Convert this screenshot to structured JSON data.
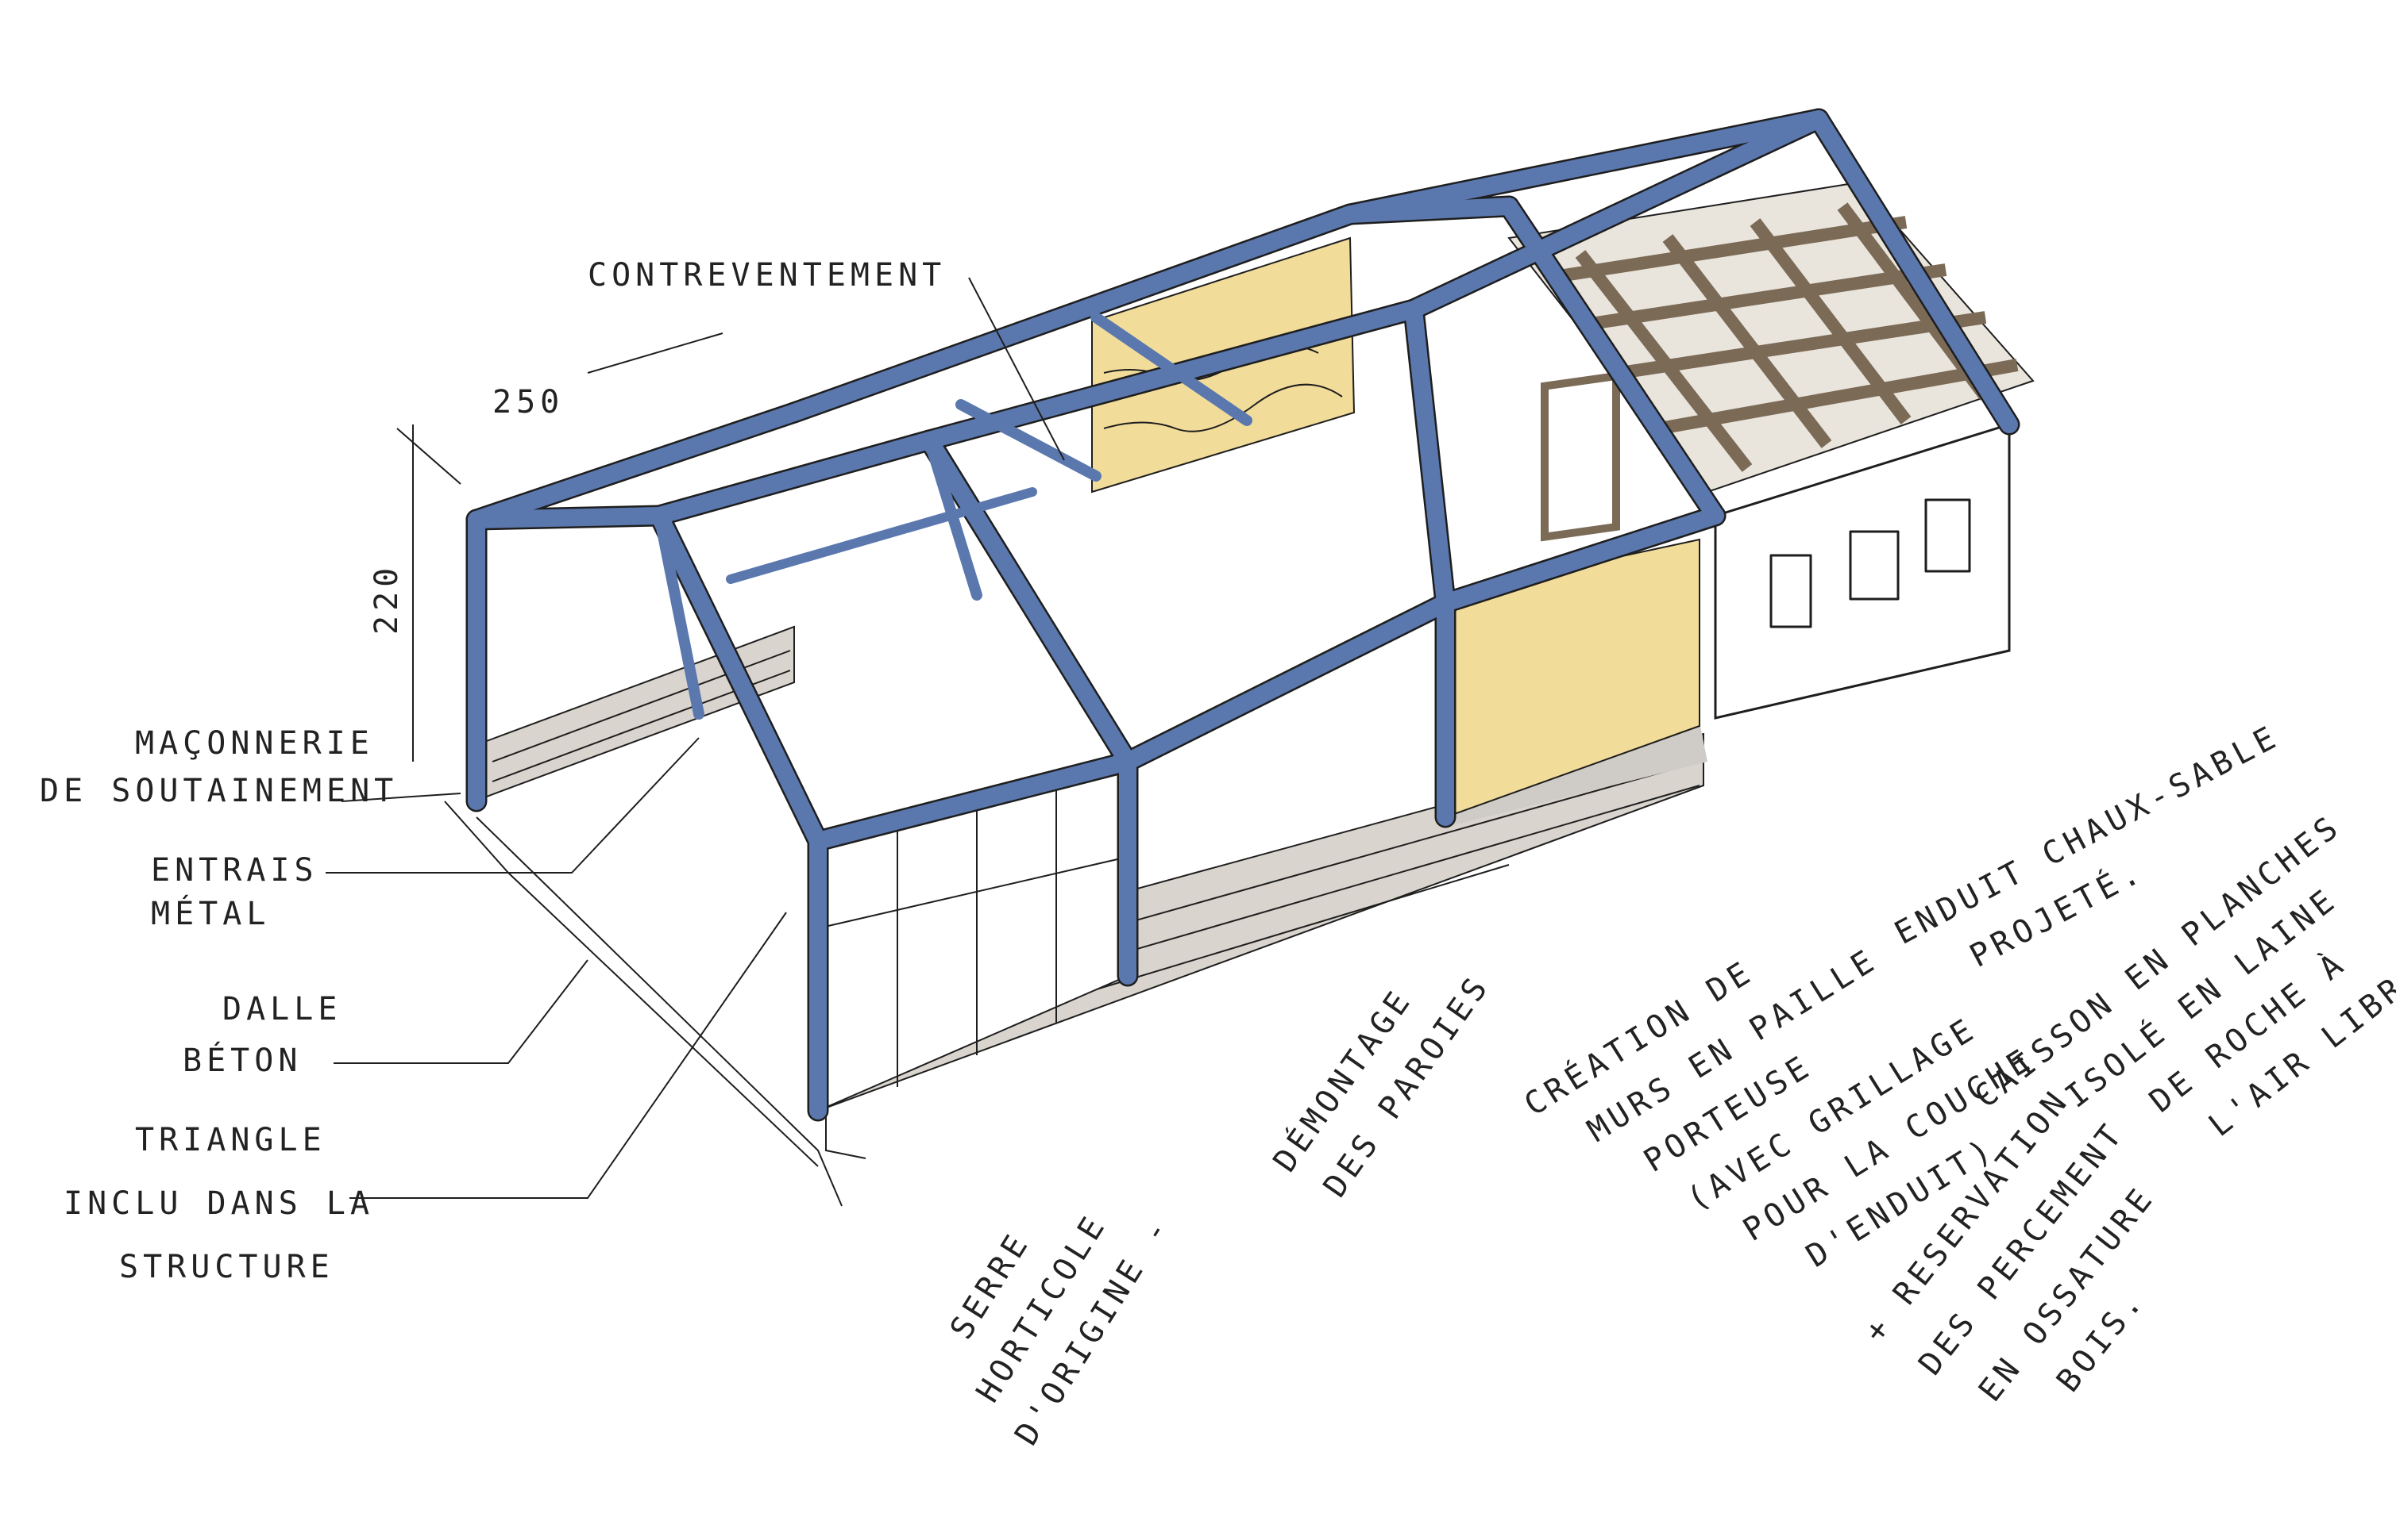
{
  "labels": {
    "contreventement": "CONTREVENTEMENT",
    "dim_width": "250",
    "dim_height": "220",
    "maconnerie": [
      "MAÇONNERIE",
      "DE SOUTAINEMENT"
    ],
    "entrais": [
      "ENTRAIS",
      "MÉTAL"
    ],
    "dalle": [
      "DALLE",
      "BÉTON"
    ],
    "triangle": [
      "TRIANGLE",
      "INCLU DANS LA",
      "STRUCTURE"
    ],
    "serre": [
      "SERRE",
      "HORTICOLE",
      "D'ORIGINE -"
    ],
    "demontage": [
      "DÉMONTAGE",
      "DES PAROIES"
    ],
    "creation": [
      "CRÉATION DE",
      "MURS EN PAILLE",
      "PORTEUSE",
      "(AVEC GRILLAGE",
      "POUR LA COUCHE",
      "D'ENDUIT)"
    ],
    "enduit": [
      "ENDUIT CHAUX-SABLE",
      "PROJETÉ."
    ],
    "caisson": [
      "CAISSON EN PLANCHES",
      "ISOLÉ EN LAINE",
      "DE ROCHE À",
      "L'AIR LIBRE -"
    ],
    "reservation": [
      "+ RESERVATION",
      "DES PERCEMENT",
      "EN OSSATURE",
      "BOIS."
    ]
  },
  "colors": {
    "steel_frame": "#5a78ae",
    "straw_wall": "#f2dc9a",
    "timber": "#7a6a56",
    "masonry": "#d9d4cd",
    "slab_shadow": "#cfcbc6",
    "ink": "#1e1e1e"
  }
}
